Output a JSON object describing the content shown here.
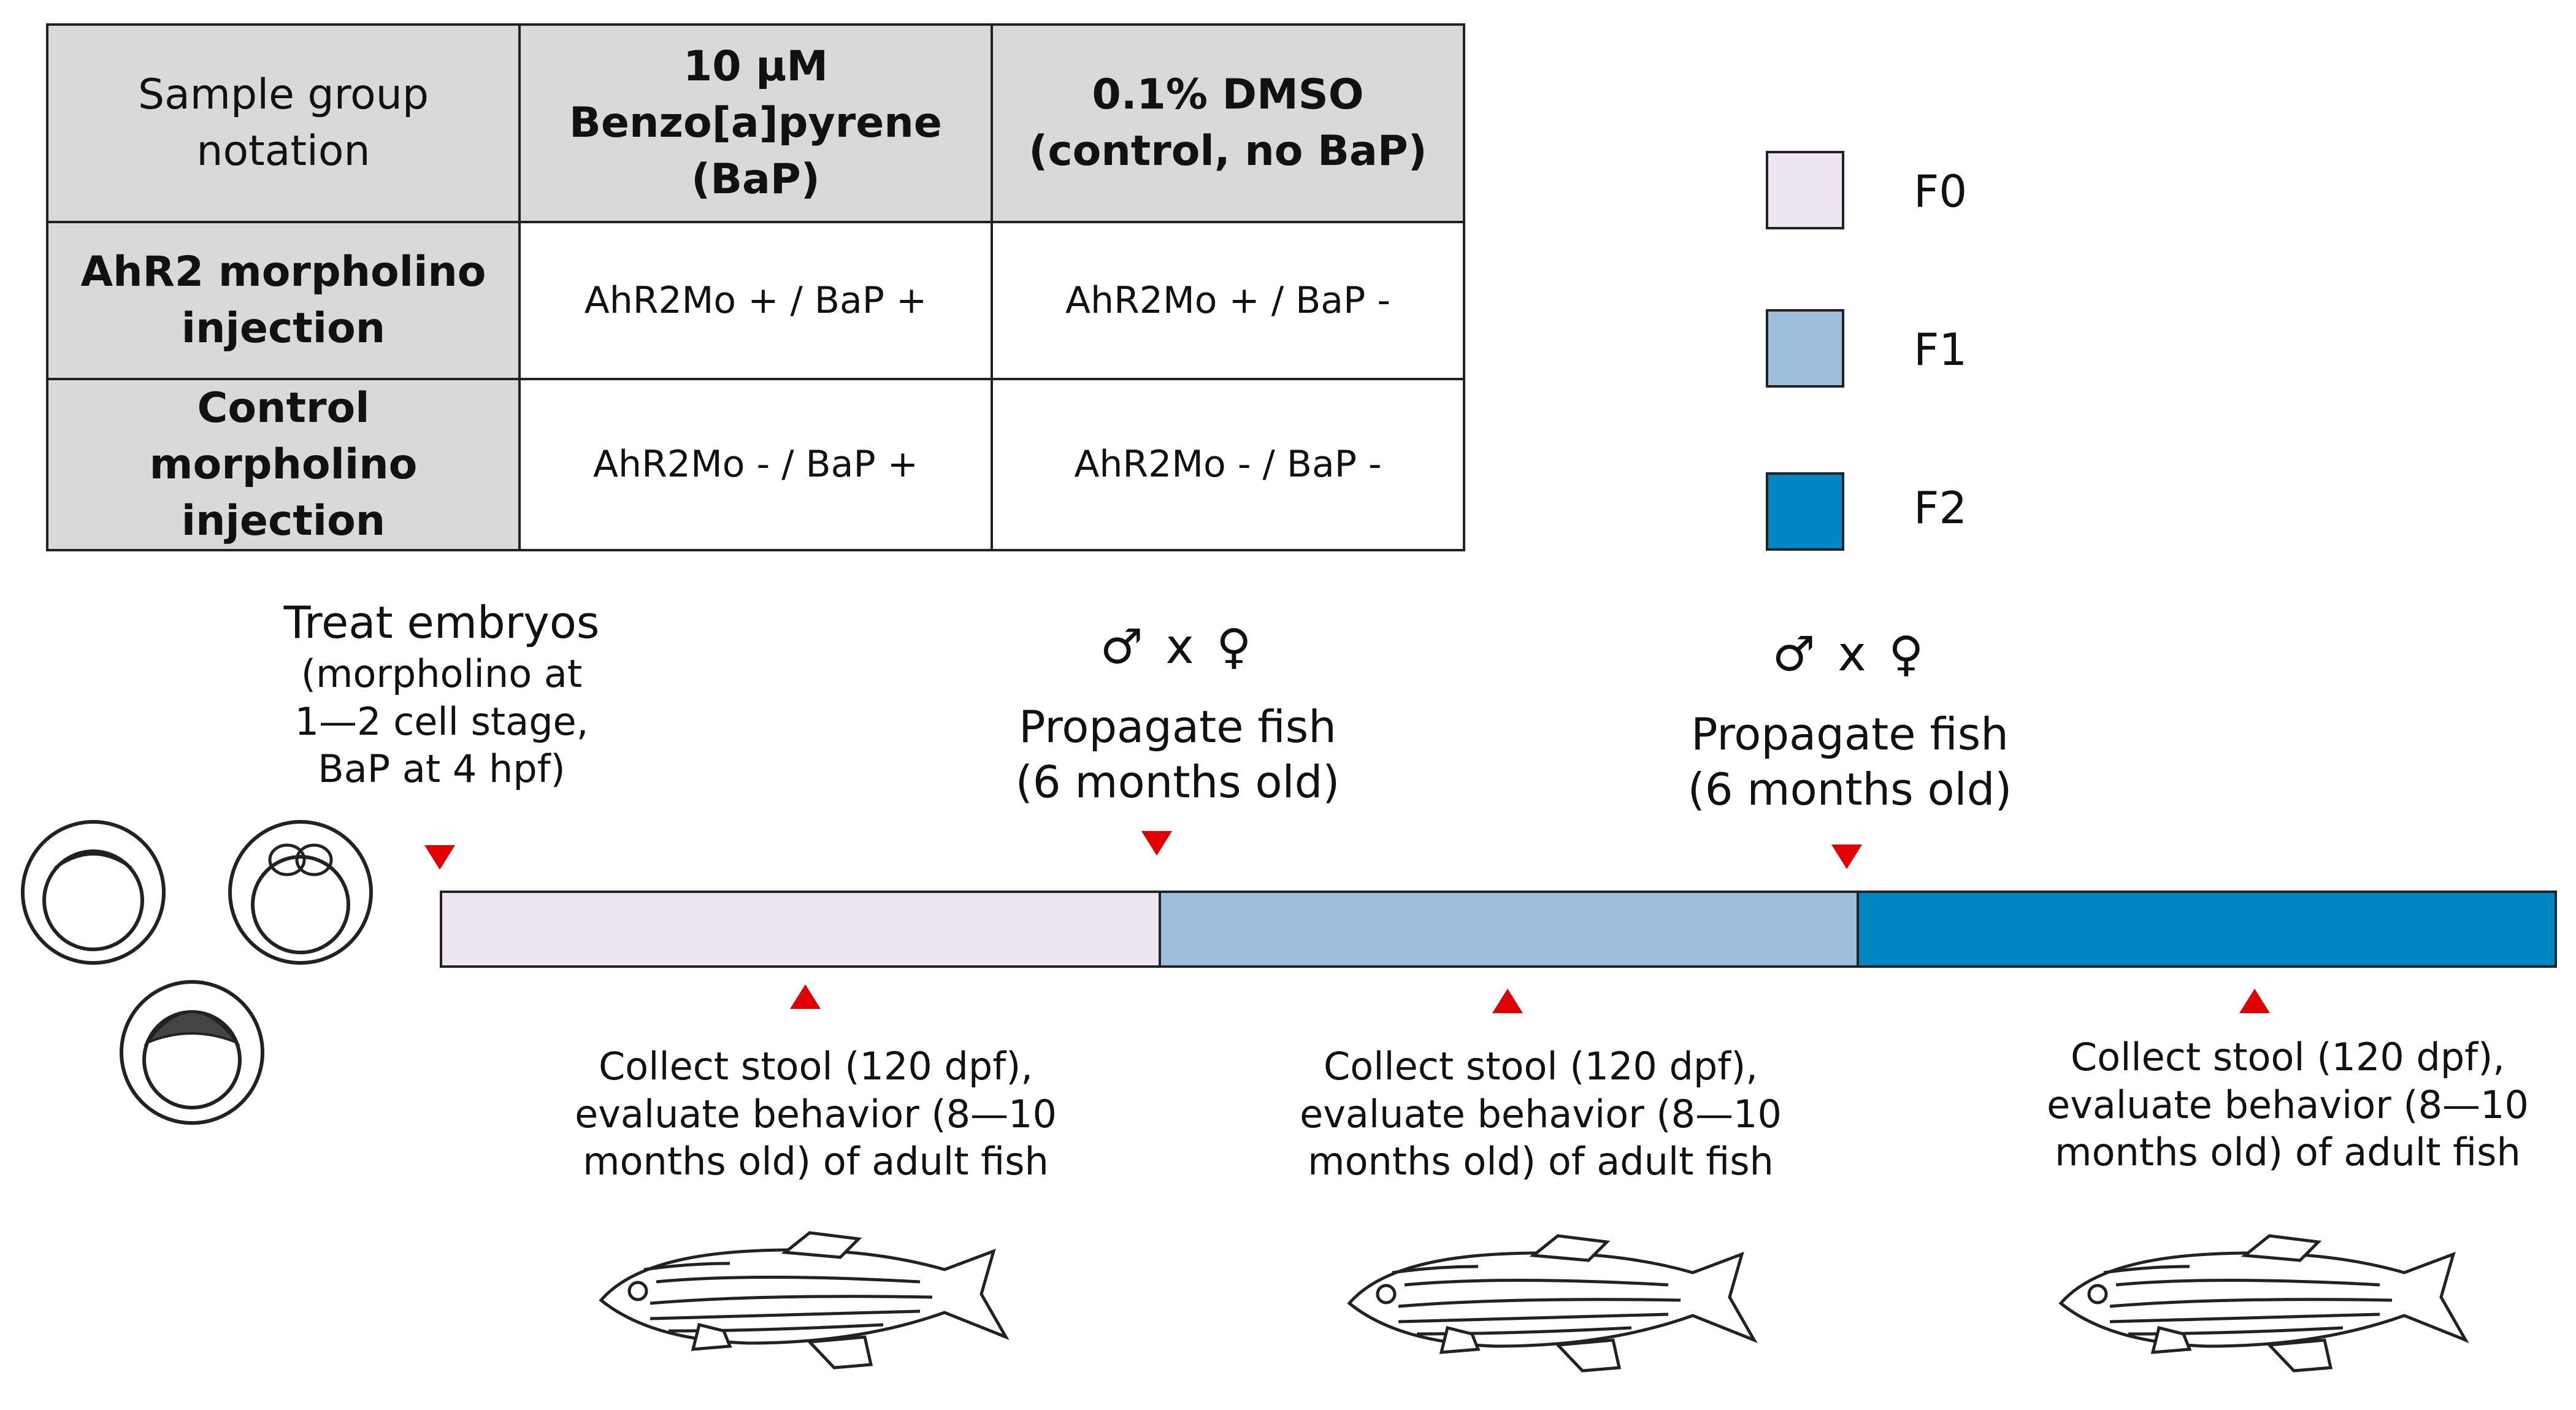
{
  "table": {
    "header": [
      "Sample group notation",
      "10 μM Benzo[a]pyrene (BaP)",
      "0.1% DMSO (control, no BaP)"
    ],
    "header_lines": [
      [
        "Sample group",
        "notation"
      ],
      [
        "10 μM",
        "Benzo[a]pyrene",
        "(BaP)"
      ],
      [
        "0.1% DMSO",
        "(control, no BaP)"
      ]
    ],
    "rows": [
      {
        "label_lines": [
          "AhR2 morpholino",
          "injection"
        ],
        "bap": "AhR2Mo + / BaP +",
        "dmso": "AhR2Mo + / BaP -"
      },
      {
        "label_lines": [
          "Control morpholino",
          "injection"
        ],
        "bap": "AhR2Mo - / BaP +",
        "dmso": "AhR2Mo - / BaP -"
      }
    ]
  },
  "legend": [
    {
      "label": "F0",
      "color": "#ede6f2"
    },
    {
      "label": "F1",
      "color": "#9dbedd"
    },
    {
      "label": "F2",
      "color": "#0086c3"
    }
  ],
  "timeline": {
    "treat": [
      "Treat embryos",
      "(morpholino at",
      "1—2 cell stage,",
      "BaP at 4 hpf)"
    ],
    "cross_symbols": "♂ x ♀",
    "propagate": [
      [
        "Propagate fish",
        "(6 months old)"
      ],
      [
        "Propagate fish",
        "(6 months old)"
      ]
    ],
    "collect": [
      [
        "Collect stool (120 dpf),",
        "evaluate behavior (8—10",
        "months old) of adult fish"
      ],
      [
        "Collect stool (120 dpf),",
        "evaluate behavior (8—10",
        "months old) of adult fish"
      ],
      [
        "Collect stool (120 dpf),",
        "evaluate behavior (8—10",
        "months old) of adult fish"
      ]
    ],
    "marker_color": "#e00000"
  }
}
